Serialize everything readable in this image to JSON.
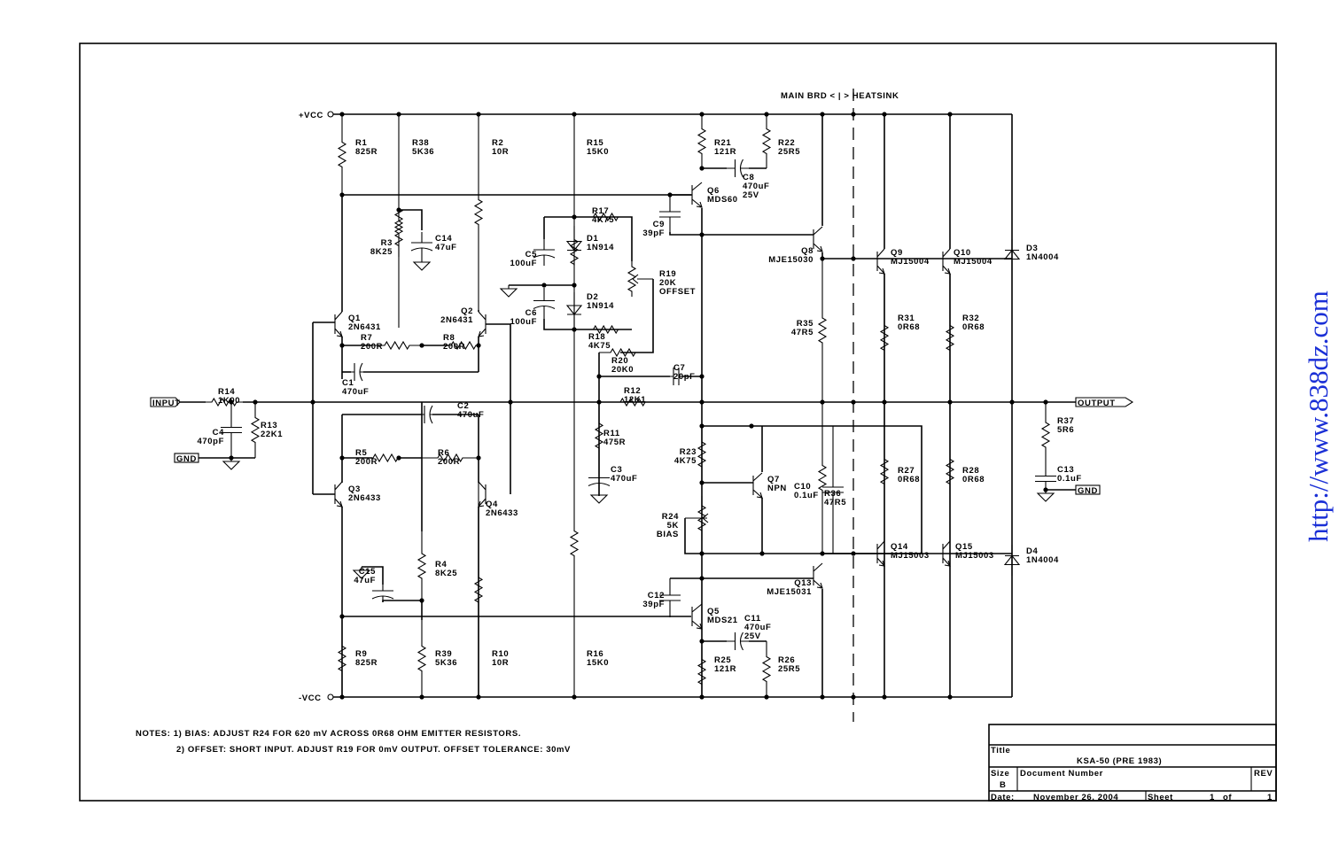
{
  "title_block": {
    "title_label": "Title",
    "title": "KSA-50 (PRE 1983)",
    "size_label": "Size",
    "size": "B",
    "doc_number_label": "Document Number",
    "rev_label": "REV",
    "date_label": "Date:",
    "date": "November 26, 2004",
    "sheet_label": "Sheet",
    "sheet_num": "1",
    "sheet_of": "of",
    "sheet_total": "1"
  },
  "notes": {
    "line1": "NOTES: 1) BIAS:  ADJUST R24 FOR 620 mV ACROSS 0R68 OHM EMITTER RESISTORS.",
    "line2": "2) OFFSET:  SHORT INPUT.  ADJUST R19 FOR 0mV OUTPUT.  OFFSET TOLERANCE:  30mV"
  },
  "boundary": {
    "label": "MAIN BRD <  |  > HEATSINK"
  },
  "rails": {
    "pos": "+VCC",
    "neg": "-VCC"
  },
  "ports": {
    "input": "INPUT",
    "output": "OUTPUT",
    "gnd": "GND"
  },
  "watermark": "http://www.838dz.com",
  "components": {
    "R1": [
      "R1",
      "825R"
    ],
    "R38": [
      "R38",
      "5K36"
    ],
    "R2": [
      "R2",
      "10R"
    ],
    "R15": [
      "R15",
      "15K0"
    ],
    "R3": [
      "R3",
      "8K25"
    ],
    "C14": [
      "C14",
      "47uF"
    ],
    "R17": [
      "R17",
      "4K75"
    ],
    "R18": [
      "R18",
      "4K75"
    ],
    "R19": [
      "R19",
      "20K",
      "OFFSET"
    ],
    "R20": [
      "R20",
      "20K0"
    ],
    "C5": [
      "C5",
      "100uF"
    ],
    "C6": [
      "C6",
      "100uF"
    ],
    "D1": [
      "D1",
      "1N914"
    ],
    "D2": [
      "D2",
      "1N914"
    ],
    "R21": [
      "R21",
      "121R"
    ],
    "R22": [
      "R22",
      "25R5"
    ],
    "C8": [
      "C8",
      "470uF",
      "25V"
    ],
    "Q6": [
      "Q6",
      "MDS60"
    ],
    "C9": [
      "C9",
      "39pF"
    ],
    "Q8": [
      "Q8",
      "MJE15030"
    ],
    "Q9": [
      "Q9",
      "MJ15004"
    ],
    "Q10": [
      "Q10",
      "MJ15004"
    ],
    "D3": [
      "D3",
      "1N4004"
    ],
    "Q1": [
      "Q1",
      "2N6431"
    ],
    "Q2": [
      "Q2",
      "2N6431"
    ],
    "Q3": [
      "Q3",
      "2N6433"
    ],
    "Q4": [
      "Q4",
      "2N6433"
    ],
    "R7": [
      "R7",
      "200R"
    ],
    "R8": [
      "R8",
      "200R"
    ],
    "R5": [
      "R5",
      "200R"
    ],
    "R6": [
      "R6",
      "200R"
    ],
    "C1": [
      "C1",
      "470uF"
    ],
    "C2": [
      "C2",
      "470uF"
    ],
    "R14": [
      "R14",
      "1K00"
    ],
    "C4": [
      "C4",
      "470pF"
    ],
    "R13": [
      "R13",
      "22K1"
    ],
    "C7": [
      "C7",
      "20pF"
    ],
    "R12": [
      "R12",
      "12K1"
    ],
    "R11": [
      "R11",
      "475R"
    ],
    "C3": [
      "C3",
      "470uF"
    ],
    "R23": [
      "R23",
      "4K75"
    ],
    "Q7": [
      "Q7",
      "NPN"
    ],
    "C10": [
      "C10",
      "0.1uF"
    ],
    "R24": [
      "R24",
      "5K",
      "BIAS"
    ],
    "R35": [
      "R35",
      "47R5"
    ],
    "R36": [
      "R36",
      "47R5"
    ],
    "R31": [
      "R31",
      "0R68"
    ],
    "R32": [
      "R32",
      "0R68"
    ],
    "R27": [
      "R27",
      "0R68"
    ],
    "R28": [
      "R28",
      "0R68"
    ],
    "R37": [
      "R37",
      "5R6"
    ],
    "C13": [
      "C13",
      "0.1uF"
    ],
    "Q13": [
      "Q13",
      "MJE15031"
    ],
    "Q14": [
      "Q14",
      "MJ15003"
    ],
    "Q15": [
      "Q15",
      "MJ15003"
    ],
    "D4": [
      "D4",
      "1N4004"
    ],
    "C15": [
      "C15",
      "47uF"
    ],
    "R4": [
      "R4",
      "8K25"
    ],
    "C12": [
      "C12",
      "39pF"
    ],
    "Q5": [
      "Q5",
      "MDS21"
    ],
    "C11": [
      "C11",
      "470uF",
      "25V"
    ],
    "R9": [
      "R9",
      "825R"
    ],
    "R39": [
      "R39",
      "5K36"
    ],
    "R10": [
      "R10",
      "10R"
    ],
    "R16": [
      "R16",
      "15K0"
    ],
    "R25": [
      "R25",
      "121R"
    ],
    "R26": [
      "R26",
      "25R5"
    ]
  }
}
